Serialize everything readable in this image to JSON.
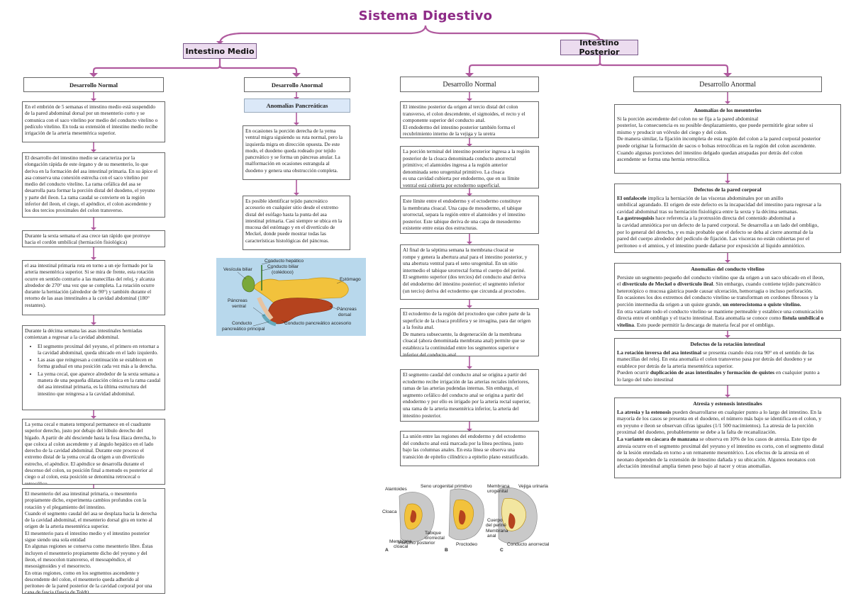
{
  "title": "Sistema Digestivo",
  "branches": {
    "medio": "Intestino Medio",
    "posterior": "Intestino Posterior"
  },
  "headings": {
    "medio_normal": "Desarrollo Normal",
    "medio_anormal": "Desarrollo Anormal",
    "medio_anomalias": "Anomalías Pancreáticas",
    "post_normal": "Desarrollo Normal",
    "post_anormal": "Desarrollo Anormal"
  },
  "col1": [
    "En el embrión de 5 semanas el intestino medio está suspendido\nde la pared abdominal dorsal por un mesenterio corto y se\ncomunica con el saco vitelino por medio del conducto vitelino o\npedículo vitelino. En toda su extensión el intestino medio recibe\nirrigación de la arteria mesentérica superior.",
    "El desarrollo del intestino medio se caracteriza por la\nelongación rápida de este órgano y de su mesenterio, lo que\nderiva en la formación del asa intestinal primaria. En su ápice el\nasa conserva una conexión estrecha con el saco vitelino por\nmedio del conducto vitelino. La rama cefálica del asa se\ndesarrolla para formar la porción distal del duodeno, el yeyuno\ny parte del íleon. La rama caudal se convierte en la región\ninferior del íleon, el ciego, el apéndice, el colon ascendente y\nlos dos tercios proximales del colon transverso.",
    "Durante la sexta semana el asa crece tan rápido que protruye\nhacia el cordón umbilical (herniación fisiológica)",
    "el asa intestinal primaria rota en torno a un eje formado por la\narteria mesentérica superior. Si se mira de frente, esta rotación\nocurre en sentido contrario a las manecillas del reloj, y alcanza\nalrededor de 270° una vez que se completa. La rotación ocurre\ndurante la herniación (alrededor de 90°) y también durante el\nretorno de las asas intestinales a la cavidad abdominal (180°\nrestantes)."
  ],
  "col1_list_box": {
    "intro": "Durante la décima semana las asas intestinales herniadas\ncomienzan a regresar a la cavidad abdominal.",
    "items": [
      "El segmento proximal del yeyuno, el primero en retornar a la cavidad abdominal, queda ubicado en el lado izquierdo.",
      "Las asas que reingresan a continuación se establecen en forma gradual en una posición cada vez más a la derecha.",
      "La yema cecal, que aparece alrededor de la sexta semana a manera de una pequeña dilatación cónica en la rama caudal del asa intestinal primaria, es la última estructura del intestino que reingresa a la cavidad abdominal."
    ]
  },
  "col1_more": [
    "La yema cecal e manera temporal permanece en el cuadrante\nsuperior derecho, justo por debajo del lóbulo derecho del\nhígado. A partir de ahí desciende hasta la fosa ilíaca derecha, lo\nque coloca al colon ascendente y al ángulo hepático en el lado\nderecho de la cavidad abdominal. Durante este proceso el\nextremo distal de la yema cecal da origen a un divertículo\nestrecho, el apéndice. El apéndice se desarrolla durante el\ndescenso del colon, su posición final a menudo es posterior al\nciego o al colon, esta posición se denomina retrocecal o\nretrocólico.",
    "El mesenterio del asa intestinal primaria, o mesenterio\npropiamente dicho, experimenta cambios profundos con la\nrotación y el plegamiento del intestino.\nCuando el segmento caudal del asa se desplaza hacia la derecha\nde la cavidad abdominal, el mesenterio dorsal gira en torno al\norigen de la arteria mesentérica superior.\nEl mesenterio para el intestino medio y el intestino posterior\nsigue siendo una sola entidad\nEn algunas regiones se conserva como mesenterio libre. Éstas\nincluyen el mesenterio propiamente dicho del yeyuno y del\níleon, el mesocolon transverso, el mesoapéndice, el\nmesosigmoides y el mesorrecto.\n En otras regiones, como en los segmentos ascendente y\ndescendente del colon, el mesenterio queda adherido al\nperitoneo de la pared posterior de la cavidad corporal por una\ncapa de fascia (fascia de Toldt)"
  ],
  "col2": [
    "En ocasiones la porción derecha de la yema\nventral migra siguiendo su ruta normal, pero la\nizquierda migra en dirección opuesta. De este\nmodo, el duodeno queda rodeado por tejido\npancreático y se forma un páncreas anular. La\nmalformación en ocasiones estrangula al\nduodeno y genera una obstrucción completa.",
    "Es posible identificar tejido pancreático\naccesorio en cualquier sitio desde el extremo\ndistal del esófago hasta la punta del asa\nintestinal primaria. Casi siempre se ubica en la\nmucosa del estómago y en el divertículo de\nMeckel, donde puede mostrar todas las\ncaracterísticas histológicas del páncreas."
  ],
  "pancreas_figure": {
    "labels": [
      "Conducto hepático",
      "Conducto biliar",
      "(colédoco)",
      "Vesícula biliar",
      "Estómago",
      "Páncreas",
      "ventral",
      "Páncreas",
      "dorsal",
      "Conducto",
      "pancreático principal",
      "Conducto pancreático accesorio"
    ],
    "colors": {
      "background": "#b8d8ec",
      "stomach": "#f2c23c",
      "pancreas": "#b5431e",
      "gallbladder": "#7aa83a"
    }
  },
  "col3": [
    "El intestino posterior da origen al tercio distal del colon\ntransverso, el colon descendente, el sigmoides, el recto y el\ncomponente superior del conducto anal.\nEl endodermo del intestino posterior también forma el\nrecubrimiento interno de la vejiga y la uretra",
    "La porción terminal del intestino posterior ingresa a la región\nposterior de la cloaca denominada conducto anorrectal\nprimitivo; el alantoides ingresa a la región anterior\ndenominada seno urogenital primitivo. La cloaca\nes una cavidad cubierta por endodermo, que en su límite\nventral está cubierta por ectodermo superficial.",
    "Este límite entre el endodermo y el ectodermo constituye\nla membrana cloacal. Una capa de mesodermo, el tabique\nurorrectal, separa la región entre el alantoides y el intestino\nposterior. Este tabique deriva de una capa de mesodermo\nexistente entre estas dos estructuras.",
    "Al final de la séptima semana la membrana cloacal se\nrompe y genera la abertura anal para el intestino posterior, y\nuna abertura ventral para el seno urogenital. En un sitio\nintermedio el tabique urorrectal forma el cuerpo del periné.\nEl segmento superior (dos tercios) del conducto anal deriva\ndel endodermo del intestino posterior; el segmento inferior\n(un tercio) deriva del ectodermo que circunda al proctodeo.",
    "El ectodermo de la región del proctodeo que cubre parte de la\nsuperficie de la cloaca prolifera y se invagina, para dar origen\na la fosita anal.\nDe manera subsecuente, la degeneración de la membrana\ncloacal (ahora denominada membrana anal) permite que se\nestablezca la continuidad entre los segmentos superior e\ninferior del conducto anal.",
    "El segmento caudal del conducto anal se origina a partir del\nectodermo recibe irrigación de las arterias rectales inferiores,\nramas de las arterias pudendas internas. Sin embargo, el\nsegmento cefálico del conducto anal se origina a partir del\nendodermo y por ello es irrigado por la arteria rectal superior,\nuna rama de la arteria mesentérica inferior, la arteria del\nintestino posterior.",
    "La unión entre las regiones del endodermo y del ectodermo\ndel conducto anal está marcada por la línea pectínea, justo\nbajo las columnas anales. En esta línea se observa una\ntransición de epitelio cilíndrico a epitelio plano estratificado."
  ],
  "cloaca_figure": {
    "labels": [
      "Alantoides",
      "Seno urogenital primitivo",
      "Membrana",
      "urogenital",
      "Vejiga urinaria",
      "Cloaca",
      "Tabique",
      "urorrectal",
      "Intestino posterior",
      "Membrana",
      "cloacal",
      "Proctodeo",
      "Cuerpo",
      "del periné",
      "Membrana",
      "anal",
      "Conducto anorrectal",
      "A",
      "B",
      "C"
    ]
  },
  "col4": {
    "mesenterios": {
      "title": "Anomalías de los mesenterios",
      "text": "Si la porción ascendente del colon no se fija a la pared abdominal\nposterior, la consecuencia es su posible desplazamiento, que puede permitirle girar sobre sí\nmismo y producir un vólvulo del ciego y del colon.\nDe manera similar, la fijación incompleta de esta región del colon a la pared corporal posterior\npuede originar la formación de sacos o bolsas retrocólicas en la región del colon ascendente.\nCuando algunas porciones del intestino delgado quedan atrapadas por detrás del colon\nascendente se forma una hernia retrocólica."
    },
    "pared": {
      "title": "Defectos de la pared corporal",
      "t1": "El onfalocele",
      "t2": " implica la herniación de las vísceras abdominales por un anillo\numbilical agrandado. El origen de este defecto es la incapacidad del intestino para regresar a la\ncavidad abdominal tras su herniación fisiológica entre la sexta y la décima semanas.\n",
      "t3": "La gastrosquisis",
      "t4": " hace referencia a la protrusión directa del contenido abdominal a\nla cavidad amniótica por un defecto de la pared corporal. Se desarrolla a un lado del ombligo,\npor lo general del derecho, y es más probable que el defecto se deba al cierre anormal de la\npared del cuerpo alrededor del pedículo de fijación. Las vísceras no están cubiertas por el\nperitoneo o el amnios, y el intestino puede dañarse por exposición al líquido amniótico."
    },
    "vitelino": {
      "title": "Anomalías del conducto vitelino",
      "t1": "Persiste un segmento pequeño del conducto vitelino que da origen a un saco ubicado en el íleon,\nel ",
      "t2": "divertículo de Meckel o divertículo ileal",
      "t3": ". Sin embargo, cuando contiene tejido pancreático\nheterotópico o mucosa gástrica puede causar ulceración, hemorragia o incluso perforación.\n En ocasiones los dos extremos del conducto vitelino se transforman en cordones fibrosos y la\nporción intermedia da origen a un quiste grande, ",
      "t4": "un enterocistoma o quiste vitelino.",
      "t5": "\nEn otra variante todo el conducto vitelino se mantiene permeable y establece una comunicación\ndirecta entre el ombligo y el tracto intestinal. Esta anomalía se conoce como ",
      "t6": "fístula umbilical o\nvitelina",
      "t7": ". Esto puede permitir la descarga de materia fecal por el ombligo."
    },
    "rotacion": {
      "title": "Defectos de la rotación intestinal",
      "t1": "La rotación inversa del asa intestinal",
      "t2": " se presenta cuando ésta rota 90° en el sentido de las\nmanecillas del reloj. En esta anomalía el colon transverso pasa por detrás del duodeno y se\nestablece por detrás de la arteria mesentérica superior.\nPueden ocurrir ",
      "t3": "duplicación de asas intestinales y formación de quistes",
      "t4": " en cualquier punto a\nlo largo del tubo intestinal"
    },
    "atresia": {
      "title": "Atresia y estenosis intestinales",
      "t1": "La atresia y la estenosis",
      "t2": " pueden desarrollarse en cualquier punto a lo largo del intestino. En la\nmayoría de los casos se presenta en el duodeno, el número más bajo se identifica en el colon, y\nen yeyuno e íleon se observan cifras iguales (1/1 500 nacimientos). La atresia de la porción\nproximal del duodeno, probablemente se debe a la falta de recanalización.\n",
      "t3": "La variante en cáscara de manzana",
      "t4": " se observa en 10% de los casos de atresia. Este tipo de\natresia ocurre en el segmento proximal del yeyuno y el intestino es corto, con el segmento distal\nde la lesión enredada en torno a un remanente mesentérico. Los efectos de la atresia en el\nneonato dependen de la extensión de intestino dañada y su ubicación. Algunos neonatos con\nafectación intestinal amplia tienen peso bajo al nacer y otras anomalías."
    }
  },
  "colors": {
    "accent": "#8e2b87",
    "connector": "#b05a9e",
    "branch_fill": "#ecdcef",
    "sub_fill": "#dbe8f8"
  }
}
